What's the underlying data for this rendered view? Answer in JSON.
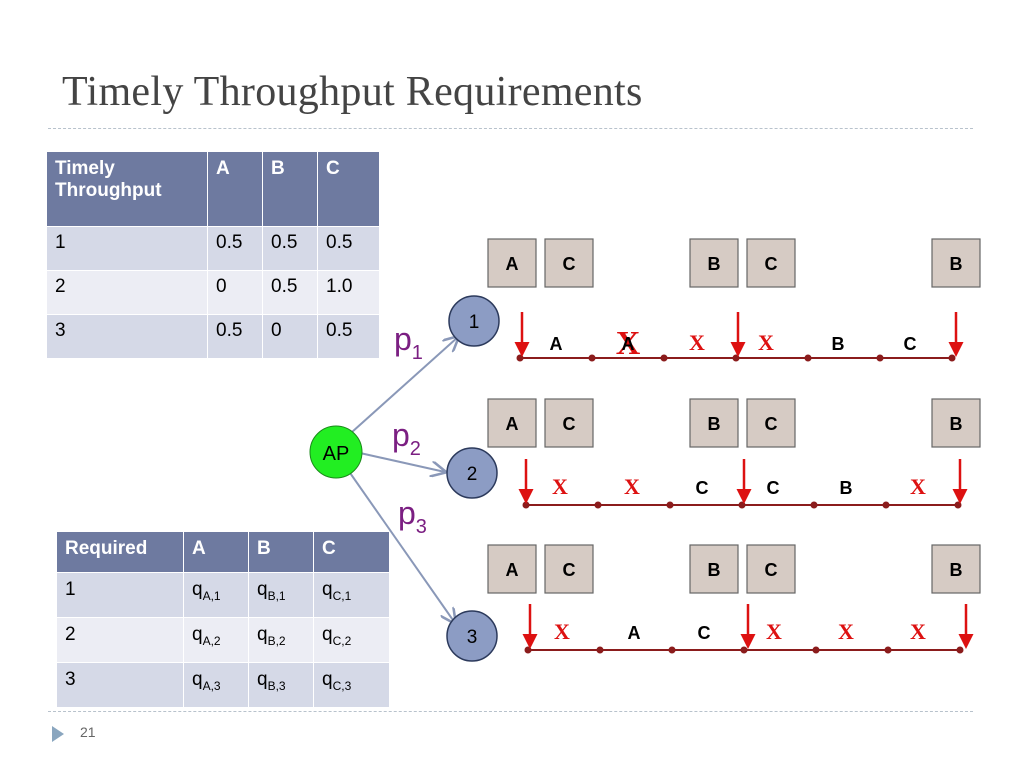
{
  "slide": {
    "title": "Timely Throughput Requirements",
    "number": "21"
  },
  "throughput_table": {
    "headers": [
      "Timely Throughput",
      "A",
      "B",
      "C"
    ],
    "rows": [
      [
        "1",
        "0.5",
        "0.5",
        "0.5"
      ],
      [
        "2",
        "0",
        "0.5",
        "1.0"
      ],
      [
        "3",
        "0.5",
        "0",
        "0.5"
      ]
    ]
  },
  "required_table": {
    "headers": [
      "Required",
      "A",
      "B",
      "C"
    ],
    "rows": [
      [
        "1",
        "q",
        "A,1",
        "q",
        "B,1",
        "q",
        "C,1"
      ],
      [
        "2",
        "q",
        "A,2",
        "q",
        "B,2",
        "q",
        "C,2"
      ],
      [
        "3",
        "q",
        "A,3",
        "q",
        "B,3",
        "q",
        "C,3"
      ]
    ]
  },
  "network": {
    "ap_label": "AP",
    "ap_color": "#22ee22",
    "node_color": "#8c9cc4",
    "nodes": [
      "1",
      "2",
      "3"
    ],
    "probabilities": [
      {
        "base": "p",
        "sub": "1"
      },
      {
        "base": "p",
        "sub": "2"
      },
      {
        "base": "p",
        "sub": "3"
      }
    ],
    "prob_color": "#7b1f82"
  },
  "timelines": {
    "frame_boxes": [
      "A",
      "C",
      "B",
      "C",
      "B"
    ],
    "box_color": "#d6cbc4",
    "line_color": "#8b1c1c",
    "fail_color": "#dd1111",
    "arrow_color": "#dd1111",
    "rows": [
      {
        "slots": [
          {
            "text": "A",
            "type": "success"
          },
          {
            "text": "X",
            "type": "fail-over-a"
          },
          {
            "text": "A",
            "type": "under"
          },
          {
            "text": "X",
            "type": "fail"
          },
          {
            "text": "X",
            "type": "fail"
          },
          {
            "text": "B",
            "type": "success"
          },
          {
            "text": "C",
            "type": "success"
          }
        ]
      },
      {
        "slots": [
          {
            "text": "X",
            "type": "fail"
          },
          {
            "text": "X",
            "type": "fail"
          },
          {
            "text": "C",
            "type": "success"
          },
          {
            "text": "C",
            "type": "success"
          },
          {
            "text": "B",
            "type": "success"
          },
          {
            "text": "X",
            "type": "fail"
          }
        ]
      },
      {
        "slots": [
          {
            "text": "X",
            "type": "fail"
          },
          {
            "text": "A",
            "type": "success"
          },
          {
            "text": "C",
            "type": "success"
          },
          {
            "text": "X",
            "type": "fail"
          },
          {
            "text": "X",
            "type": "fail"
          },
          {
            "text": "X",
            "type": "fail"
          }
        ]
      }
    ]
  }
}
